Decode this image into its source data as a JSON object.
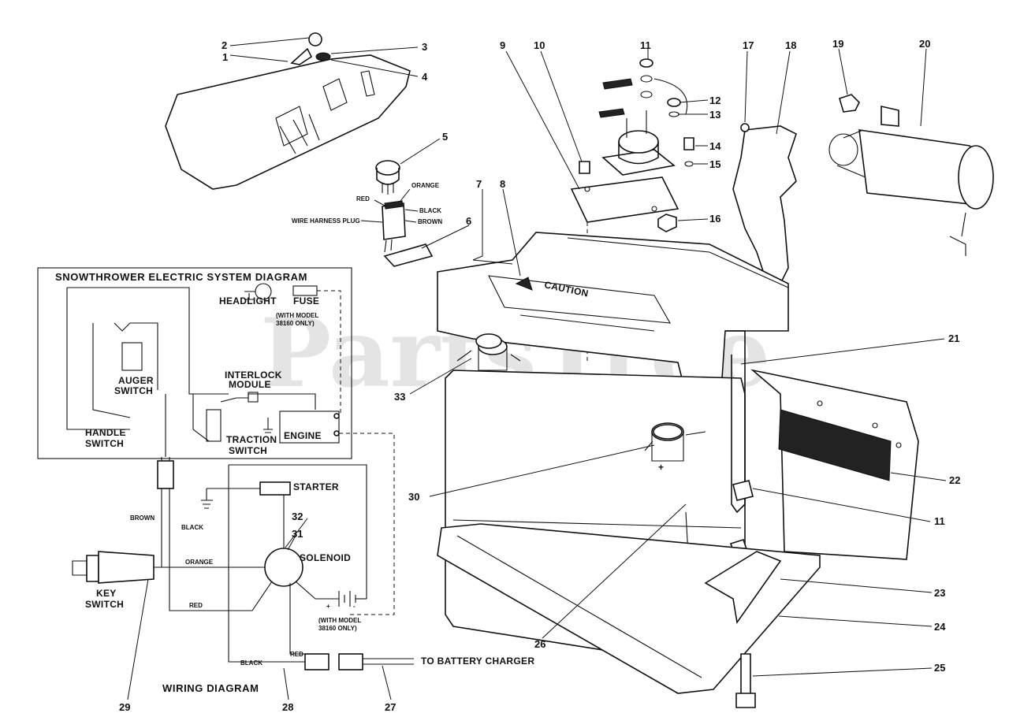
{
  "watermark": "PartsTree",
  "callouts": {
    "c1": "1",
    "c2": "2",
    "c3": "3",
    "c4": "4",
    "c5": "5",
    "c6": "6",
    "c7": "7",
    "c8": "8",
    "c9": "9",
    "c10": "10",
    "c11a": "11",
    "c11b": "11",
    "c12": "12",
    "c13": "13",
    "c14": "14",
    "c15": "15",
    "c16": "16",
    "c17": "17",
    "c18": "18",
    "c19": "19",
    "c20": "20",
    "c21": "21",
    "c22": "22",
    "c23": "23",
    "c24": "24",
    "c25": "25",
    "c26": "26",
    "c27": "27",
    "c28": "28",
    "c29": "29",
    "c30": "30",
    "c31": "31",
    "c32": "32",
    "c33": "33"
  },
  "plug_labels": {
    "red": "RED",
    "orange": "ORANGE",
    "black": "BLACK",
    "brown": "BROWN",
    "harness": "WIRE HARNESS PLUG"
  },
  "battery_cover": {
    "caution": "CAUTION"
  },
  "electric_diagram": {
    "title": "SNOWTHROWER ELECTRIC SYSTEM DIAGRAM",
    "headlight": "HEADLIGHT",
    "fuse": "FUSE",
    "note_line1": "(WITH MODEL",
    "note_line2": "38160 ONLY)",
    "auger_line1": "AUGER",
    "auger_line2": "SWITCH",
    "interlock_line1": "INTERLOCK",
    "interlock_line2": "MODULE",
    "handle_line1": "HANDLE",
    "handle_line2": "SWITCH",
    "traction_line1": "TRACTION",
    "traction_line2": "SWITCH",
    "engine": "ENGINE"
  },
  "wiring_diagram": {
    "title": "WIRING DIAGRAM",
    "starter": "STARTER",
    "solenoid": "SOLENOID",
    "brown": "BROWN",
    "black": "BLACK",
    "orange": "ORANGE",
    "red": "RED",
    "key_line1": "KEY",
    "key_line2": "SWITCH",
    "with_model_line1": "(WITH MODEL",
    "with_model_line2": "38160 ONLY)",
    "black2": "BLACK",
    "red2": "RED",
    "battery_charger": "TO BATTERY CHARGER",
    "plus": "+",
    "minus": "-"
  }
}
